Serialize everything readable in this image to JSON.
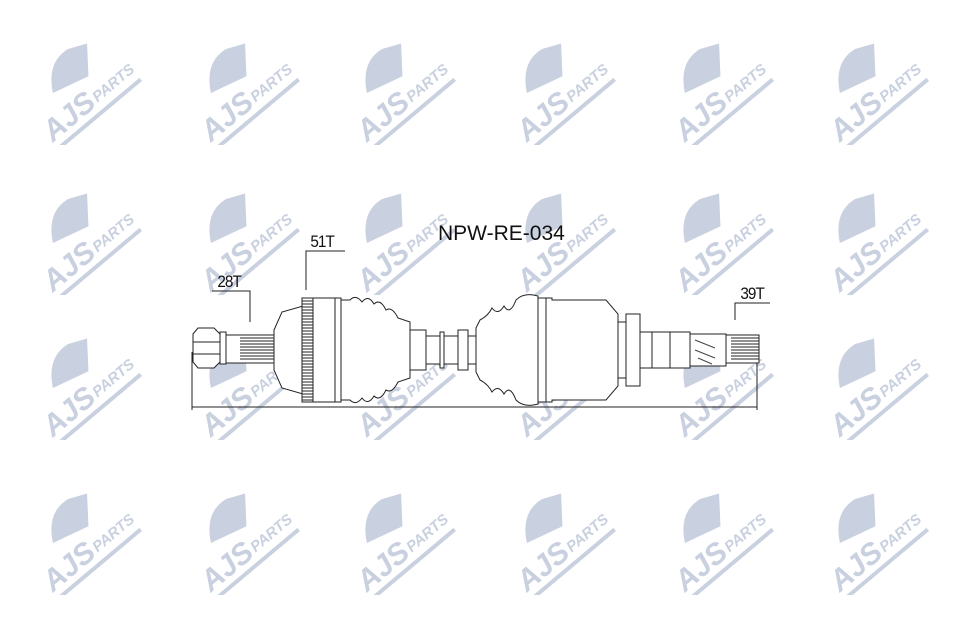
{
  "watermark": {
    "brand": "AJS",
    "sub": "PARTS",
    "color": "#c9d0df",
    "columns": 6,
    "rows": 4
  },
  "diagram": {
    "part_number": "NPW-RE-034",
    "labels": {
      "outer_spline": "28T",
      "abs_ring": "51T",
      "inner_spline": "39T"
    }
  }
}
